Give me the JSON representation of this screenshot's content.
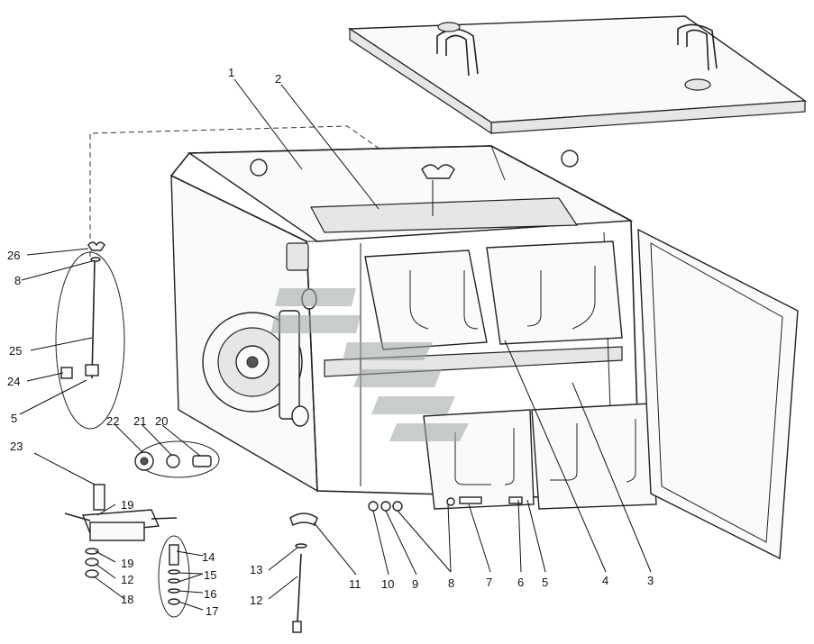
{
  "callouts": [
    {
      "id": "c1",
      "text": "1"
    },
    {
      "id": "c2",
      "text": "2"
    },
    {
      "id": "c3",
      "text": "3"
    },
    {
      "id": "c4",
      "text": "4"
    },
    {
      "id": "c5a",
      "text": "5"
    },
    {
      "id": "c6",
      "text": "6"
    },
    {
      "id": "c7",
      "text": "7"
    },
    {
      "id": "c8a",
      "text": "8"
    },
    {
      "id": "c9",
      "text": "9"
    },
    {
      "id": "c10",
      "text": "10"
    },
    {
      "id": "c11",
      "text": "11"
    },
    {
      "id": "c12a",
      "text": "12"
    },
    {
      "id": "c13",
      "text": "13"
    },
    {
      "id": "c17",
      "text": "17"
    },
    {
      "id": "c16",
      "text": "16"
    },
    {
      "id": "c15",
      "text": "15"
    },
    {
      "id": "c14",
      "text": "14"
    },
    {
      "id": "c18",
      "text": "18"
    },
    {
      "id": "c12b",
      "text": "12"
    },
    {
      "id": "c19a",
      "text": "19"
    },
    {
      "id": "c19b",
      "text": "19"
    },
    {
      "id": "c23",
      "text": "23"
    },
    {
      "id": "c22",
      "text": "22"
    },
    {
      "id": "c21",
      "text": "21"
    },
    {
      "id": "c20",
      "text": "20"
    },
    {
      "id": "c5b",
      "text": "5"
    },
    {
      "id": "c24",
      "text": "24"
    },
    {
      "id": "c25",
      "text": "25"
    },
    {
      "id": "c8b",
      "text": "8"
    },
    {
      "id": "c26",
      "text": "26"
    }
  ]
}
